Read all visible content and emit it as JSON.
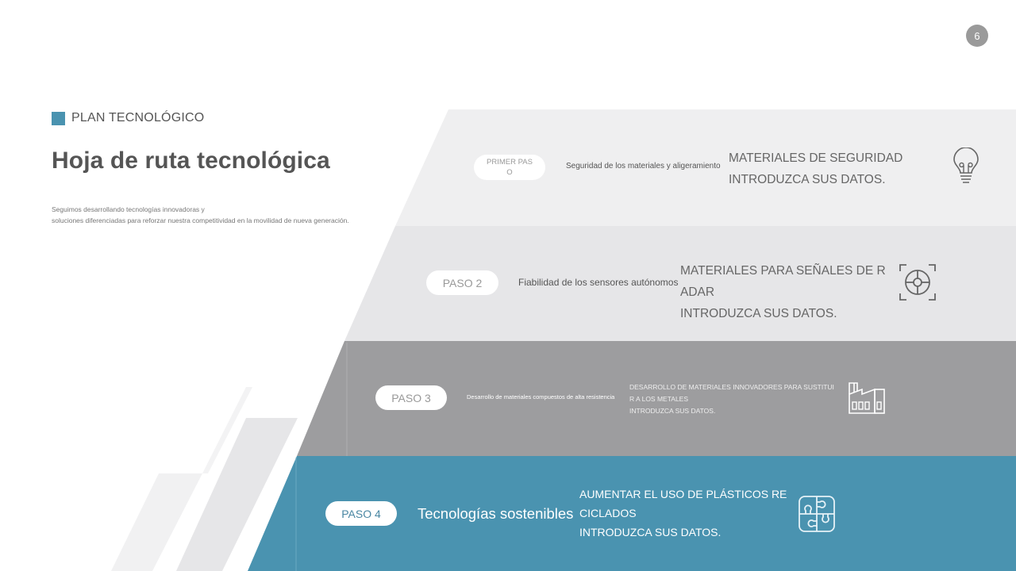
{
  "page_number": "6",
  "header": {
    "section_label": "PLAN TECNOLÓGICO",
    "title": "Hoja de ruta tecnológica",
    "description_line1": "Seguimos desarrollando tecnologías innovadoras y",
    "description_line2": "soluciones diferenciadas para reforzar nuestra competitividad en la movilidad de nueva generación."
  },
  "colors": {
    "accent": "#4a93b0",
    "band1": "#efeff0",
    "band2": "#e6e6e8",
    "band3": "#9d9d9f",
    "band4": "#4a93b0",
    "page_badge": "#9a9a9a"
  },
  "steps": [
    {
      "pill_line1": "PRIMER PAS",
      "pill_line2": "O",
      "title": "Seguridad de los materiales y aligeramiento",
      "desc_line1": "MATERIALES DE SEGURIDAD",
      "desc_line2": "INTRODUZCA SUS DATOS.",
      "icon": "lightbulb-icon"
    },
    {
      "pill": "PASO 2",
      "title": "Fiabilidad de los sensores autónomos",
      "desc_line1": "MATERIALES PARA SEÑALES DE R",
      "desc_line2": "ADAR",
      "desc_line3": "INTRODUZCA SUS DATOS.",
      "icon": "radar-target-icon"
    },
    {
      "pill": "PASO 3",
      "title": "Desarrollo de materiales compuestos de alta resistencia",
      "desc_line1": "DESARROLLO DE MATERIALES INNOVADORES PARA SUSTITUI",
      "desc_line2": "R A LOS METALES",
      "desc_line3": "INTRODUZCA SUS DATOS.",
      "icon": "factory-icon"
    },
    {
      "pill": "PASO 4",
      "title": "Tecnologías sostenibles",
      "desc_line1": "AUMENTAR EL USO DE PLÁSTICOS RE",
      "desc_line2": "CICLADOS",
      "desc_line3": "INTRODUZCA SUS DATOS.",
      "icon": "puzzle-icon"
    }
  ]
}
